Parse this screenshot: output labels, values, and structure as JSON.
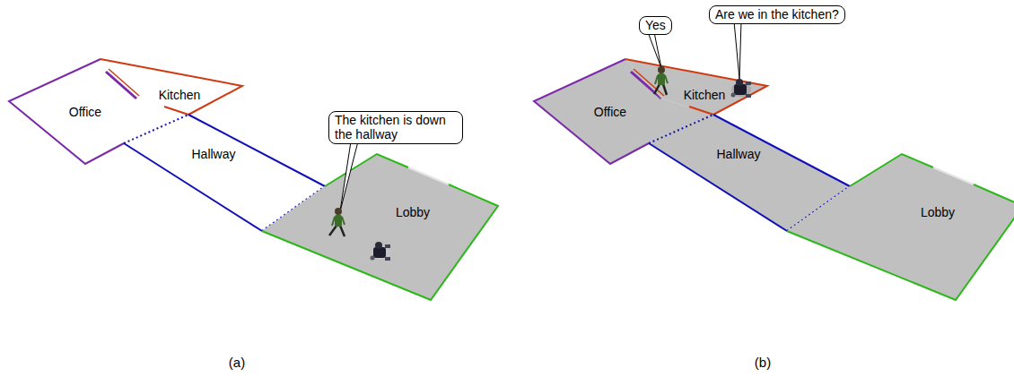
{
  "diagram": {
    "nodes": [
      {
        "text": [
          "Office"
        ]
      },
      {
        "text": [
          "Kitchen"
        ]
      },
      {
        "text": [
          "Hallway"
        ]
      },
      {
        "text": [
          "Lobby"
        ]
      },
      {
        "text": [
          "The kitchen is down the hallway"
        ]
      },
      {
        "text": [
          "Yes"
        ]
      },
      {
        "text": [
          "Are we in the kitchen?"
        ]
      },
      {
        "text": [
          "Office"
        ]
      },
      {
        "text": [
          "Kitchen"
        ]
      },
      {
        "text": [
          "Hallway"
        ]
      },
      {
        "text": [
          "Lobby"
        ]
      }
    ],
    "labels": [
      "(a)",
      "(b)"
    ]
  }
}
